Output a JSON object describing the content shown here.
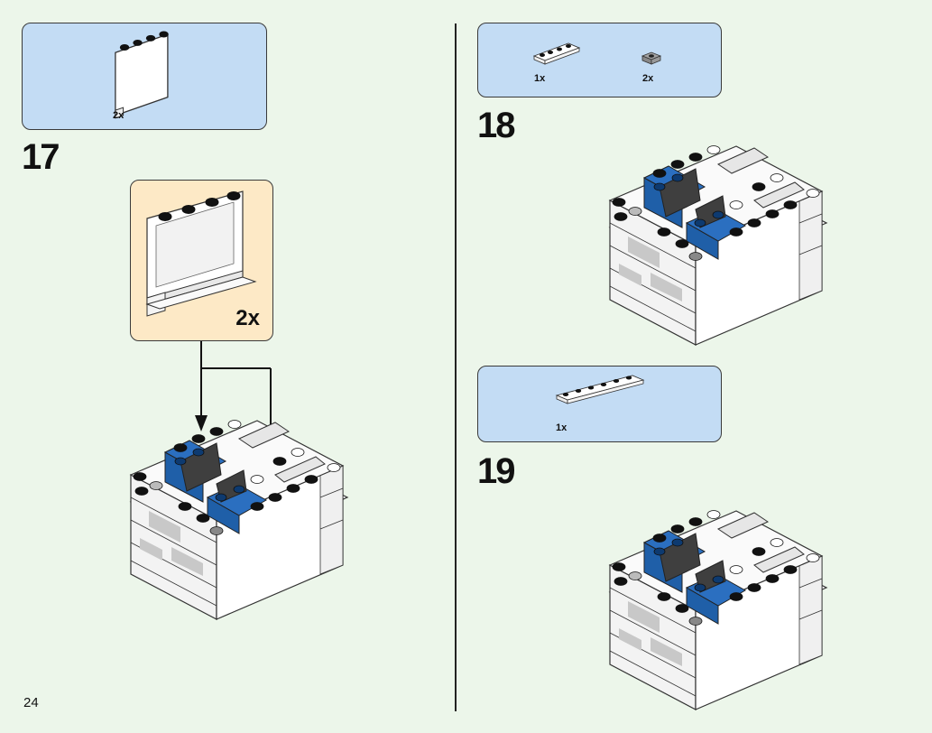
{
  "page": {
    "number": "24"
  },
  "steps": [
    {
      "number": "17",
      "parts": [
        {
          "name": "white-panel-1x4x3",
          "qty": "2x"
        }
      ],
      "callout": {
        "qty": "2x"
      }
    },
    {
      "number": "18",
      "parts": [
        {
          "name": "white-plate-1x4",
          "qty": "1x"
        },
        {
          "name": "grey-tile-1x1",
          "qty": "2x"
        }
      ]
    },
    {
      "number": "19",
      "parts": [
        {
          "name": "white-plate-1x6",
          "qty": "1x"
        }
      ]
    }
  ],
  "colors": {
    "background": "#ecf6ea",
    "parts_box": "#c3dcf4",
    "callout_box": "#fde9c6",
    "brick_blue": "#1f5fa8",
    "brick_white": "#ffffff",
    "brick_dark": "#3a3a3a",
    "brick_grey": "#9a9a9a"
  }
}
